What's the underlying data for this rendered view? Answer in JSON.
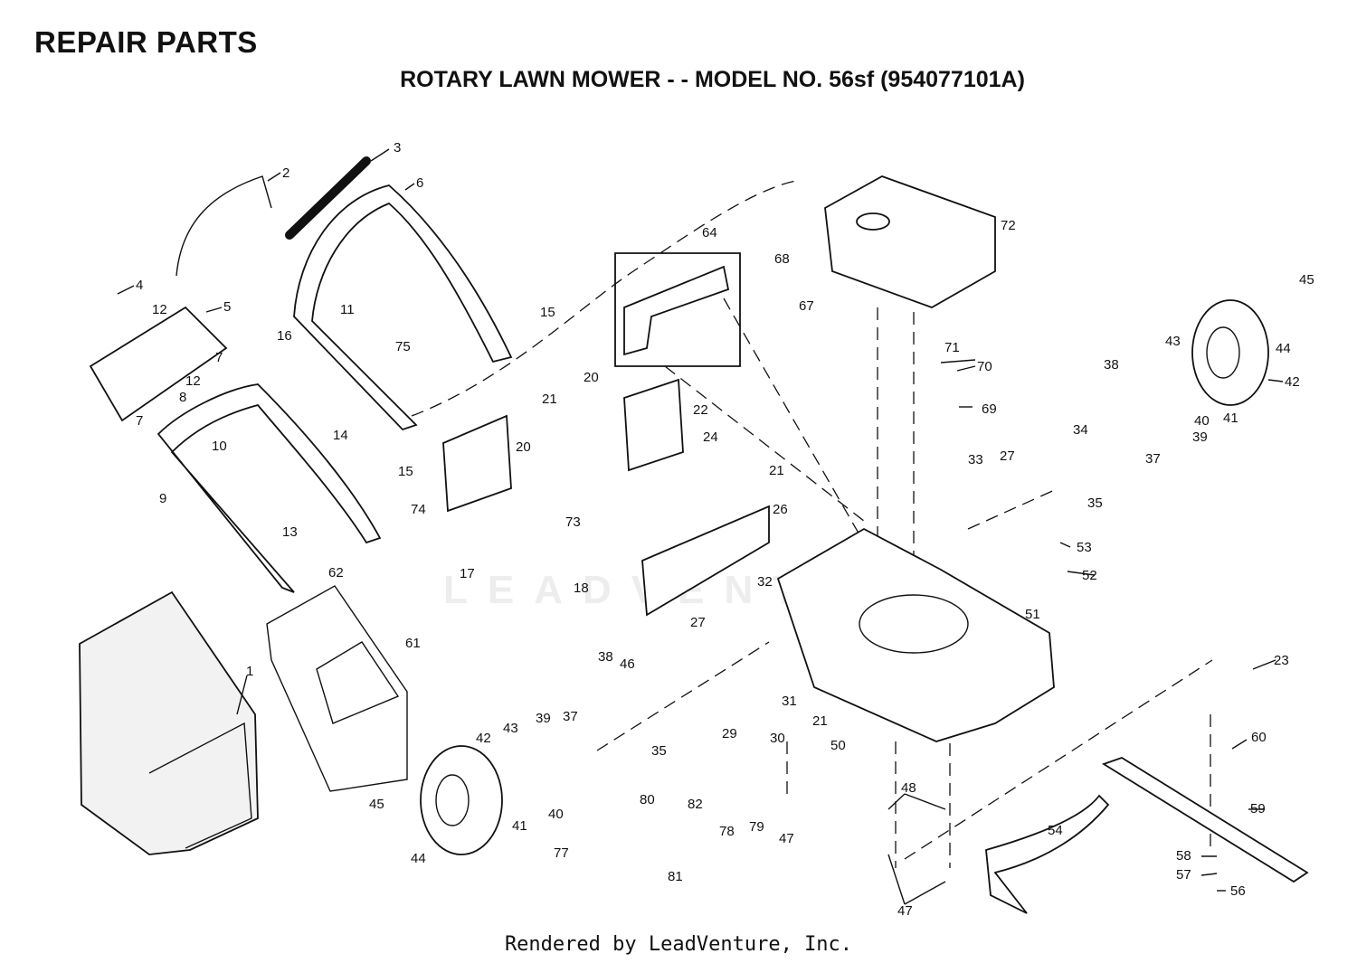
{
  "header": {
    "title": "REPAIR PARTS",
    "subtitle": "ROTARY LAWN MOWER - - MODEL NO. 56sf (954077101A)"
  },
  "watermark": "LEADVENTURE",
  "footer": "Rendered by LeadVenture, Inc.",
  "callouts": [
    {
      "id": "c1",
      "text": "1"
    },
    {
      "id": "c2",
      "text": "2"
    },
    {
      "id": "c3",
      "text": "3"
    },
    {
      "id": "c4",
      "text": "4"
    },
    {
      "id": "c5",
      "text": "5"
    },
    {
      "id": "c6",
      "text": "6"
    },
    {
      "id": "c7a",
      "text": "7"
    },
    {
      "id": "c7b",
      "text": "7"
    },
    {
      "id": "c8",
      "text": "8"
    },
    {
      "id": "c9",
      "text": "9"
    },
    {
      "id": "c10",
      "text": "10"
    },
    {
      "id": "c11",
      "text": "11"
    },
    {
      "id": "c12a",
      "text": "12"
    },
    {
      "id": "c12b",
      "text": "12"
    },
    {
      "id": "c13",
      "text": "13"
    },
    {
      "id": "c14",
      "text": "14"
    },
    {
      "id": "c15a",
      "text": "15"
    },
    {
      "id": "c15b",
      "text": "15"
    },
    {
      "id": "c16",
      "text": "16"
    },
    {
      "id": "c17",
      "text": "17"
    },
    {
      "id": "c18",
      "text": "18"
    },
    {
      "id": "c20a",
      "text": "20"
    },
    {
      "id": "c20b",
      "text": "20"
    },
    {
      "id": "c21a",
      "text": "21"
    },
    {
      "id": "c21b",
      "text": "21"
    },
    {
      "id": "c21c",
      "text": "21"
    },
    {
      "id": "c22",
      "text": "22"
    },
    {
      "id": "c23",
      "text": "23"
    },
    {
      "id": "c24",
      "text": "24"
    },
    {
      "id": "c26",
      "text": "26"
    },
    {
      "id": "c27a",
      "text": "27"
    },
    {
      "id": "c27b",
      "text": "27"
    },
    {
      "id": "c29",
      "text": "29"
    },
    {
      "id": "c30",
      "text": "30"
    },
    {
      "id": "c31",
      "text": "31"
    },
    {
      "id": "c32",
      "text": "32"
    },
    {
      "id": "c33",
      "text": "33"
    },
    {
      "id": "c34",
      "text": "34"
    },
    {
      "id": "c35a",
      "text": "35"
    },
    {
      "id": "c35b",
      "text": "35"
    },
    {
      "id": "c37a",
      "text": "37"
    },
    {
      "id": "c37b",
      "text": "37"
    },
    {
      "id": "c38a",
      "text": "38"
    },
    {
      "id": "c38b",
      "text": "38"
    },
    {
      "id": "c39a",
      "text": "39"
    },
    {
      "id": "c39b",
      "text": "39"
    },
    {
      "id": "c40a",
      "text": "40"
    },
    {
      "id": "c40b",
      "text": "40"
    },
    {
      "id": "c41a",
      "text": "41"
    },
    {
      "id": "c41b",
      "text": "41"
    },
    {
      "id": "c42a",
      "text": "42"
    },
    {
      "id": "c42b",
      "text": "42"
    },
    {
      "id": "c43a",
      "text": "43"
    },
    {
      "id": "c43b",
      "text": "43"
    },
    {
      "id": "c44a",
      "text": "44"
    },
    {
      "id": "c44b",
      "text": "44"
    },
    {
      "id": "c45a",
      "text": "45"
    },
    {
      "id": "c45b",
      "text": "45"
    },
    {
      "id": "c46",
      "text": "46"
    },
    {
      "id": "c47a",
      "text": "47"
    },
    {
      "id": "c47b",
      "text": "47"
    },
    {
      "id": "c48",
      "text": "48"
    },
    {
      "id": "c50",
      "text": "50"
    },
    {
      "id": "c51",
      "text": "51"
    },
    {
      "id": "c52",
      "text": "52"
    },
    {
      "id": "c53",
      "text": "53"
    },
    {
      "id": "c54",
      "text": "54"
    },
    {
      "id": "c56",
      "text": "56"
    },
    {
      "id": "c57",
      "text": "57"
    },
    {
      "id": "c58",
      "text": "58"
    },
    {
      "id": "c59",
      "text": "59"
    },
    {
      "id": "c60",
      "text": "60"
    },
    {
      "id": "c61",
      "text": "61"
    },
    {
      "id": "c62",
      "text": "62"
    },
    {
      "id": "c64",
      "text": "64"
    },
    {
      "id": "c67",
      "text": "67"
    },
    {
      "id": "c68",
      "text": "68"
    },
    {
      "id": "c69",
      "text": "69"
    },
    {
      "id": "c70",
      "text": "70"
    },
    {
      "id": "c71",
      "text": "71"
    },
    {
      "id": "c72",
      "text": "72"
    },
    {
      "id": "c73",
      "text": "73"
    },
    {
      "id": "c74",
      "text": "74"
    },
    {
      "id": "c75",
      "text": "75"
    },
    {
      "id": "c77",
      "text": "77"
    },
    {
      "id": "c78",
      "text": "78"
    },
    {
      "id": "c79",
      "text": "79"
    },
    {
      "id": "c80",
      "text": "80"
    },
    {
      "id": "c81",
      "text": "81"
    },
    {
      "id": "c82",
      "text": "82"
    }
  ]
}
